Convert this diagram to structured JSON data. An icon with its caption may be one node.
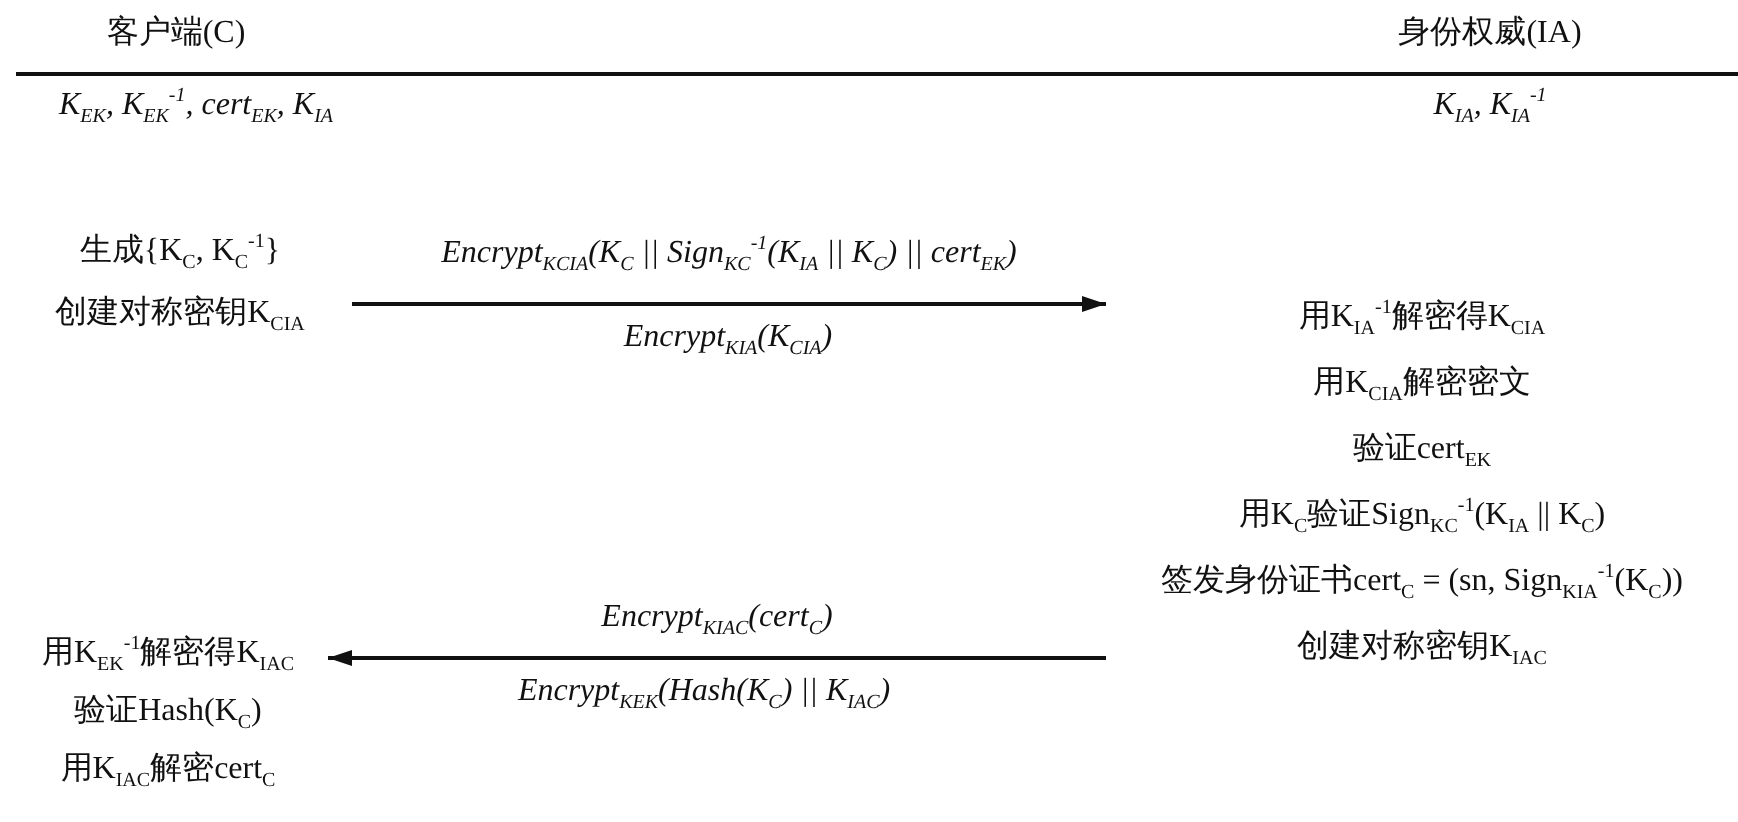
{
  "diagram": {
    "nodes": [
      {
        "text": [
          "生成{K$_{C}$, K$_{C}$$^{-1}$}",
          "创建对称密钥K$_{CIA}$"
        ]
      },
      {
        "text": [
          "用K$_{IA}$$^{-1}$解密得K$_{CIA}$",
          "用K$_{CIA}$解密密文",
          "验证cert$_{EK}$",
          "用K$_{C}$验证Sign$_{K}$$_{C}$$^{-1}$(K$_{IA}$ || K$_{C}$)",
          "签发身份证书cert$_{C}$ = (sn, Sign$_{K}$$_{IA}$$^{-1}$(K$_{C}$))",
          "创建对称密钥K$_{IAC}$"
        ]
      },
      {
        "text": [
          "用K$_{EK}$$^{-1}$解密得K$_{IAC}$",
          "验证Hash(K$_{C}$)",
          "用K$_{IAC}$解密cert$_{C}$"
        ]
      }
    ],
    "edges": [
      {
        "from": 0,
        "to": 1,
        "arrow": "to",
        "label": "Encrypt$_{K}$$_{CIA}$(K$_{C}$ || Sign$_{K}$$_{C}$$^{-1}$(K$_{IA}$ || K$_{C}$) || cert$_{EK}$)"
      },
      {
        "from": 1,
        "to": 2,
        "arrow": "to",
        "label": "Encrypt$_{K}$$_{IAC}$(cert$_{C}$)"
      }
    ],
    "labels": [
      "客户端(C)",
      "身份权威(IA)",
      "K$_{EK}$, K$_{EK}$$^{-1}$, cert$_{EK}$, K$_{IA}$",
      "K$_{IA}$, K$_{IA}$$^{-1}$",
      "Encrypt$_{K}$$_{IA}$(K$_{CIA}$)",
      "Encrypt$_{K}$$_{EK}$(Hash(K$_{C}$) || K$_{IAC}$)"
    ]
  }
}
